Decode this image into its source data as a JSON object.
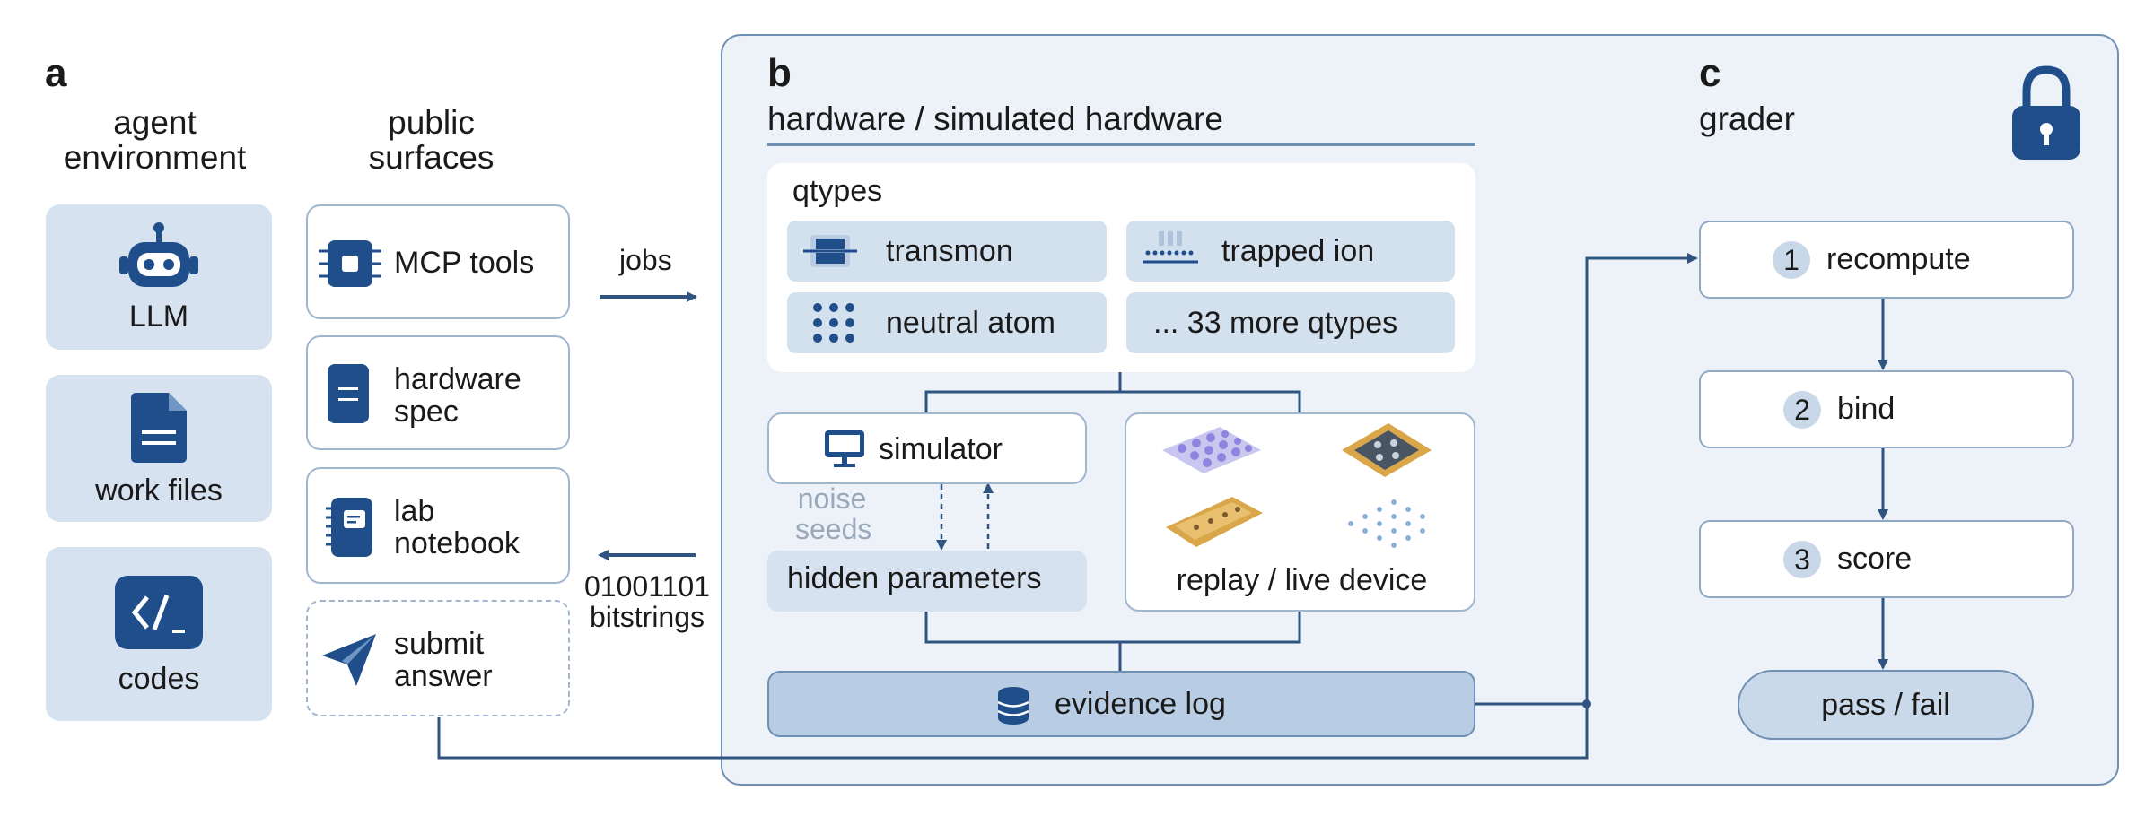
{
  "panel_a": {
    "letter": "a",
    "col1_title_line1": "agent",
    "col1_title_line2": "environment",
    "col2_title_line1": "public",
    "col2_title_line2": "surfaces",
    "env_items": [
      "LLM",
      "work files",
      "codes"
    ],
    "surfaces": {
      "mcp_tools": "MCP tools",
      "hardware_spec_l1": "hardware",
      "hardware_spec_l2": "spec",
      "lab_notebook_l1": "lab",
      "lab_notebook_l2": "notebook",
      "submit_l1": "submit",
      "submit_l2": "answer"
    },
    "jobs_label": "jobs",
    "bits_label_l1": "01001101",
    "bits_label_l2": "bitstrings"
  },
  "panel_b": {
    "letter": "b",
    "title": "hardware / simulated hardware",
    "qtypes_title": "qtypes",
    "qtypes": [
      "transmon",
      "trapped ion",
      "neutral atom",
      "... 33 more qtypes"
    ],
    "simulator": "simulator",
    "noise_l1": "noise",
    "noise_l2": "seeds",
    "hidden_parameters": "hidden parameters",
    "replay_live": "replay / live device",
    "evidence_log": "evidence log"
  },
  "panel_c": {
    "letter": "c",
    "title": "grader",
    "steps": [
      {
        "n": "1",
        "label": "recompute"
      },
      {
        "n": "2",
        "label": "bind"
      },
      {
        "n": "3",
        "label": "score"
      }
    ],
    "result": "pass / fail"
  },
  "colors": {
    "accent_dark": "#1f4e8a",
    "panel_bg": "#edf2f8",
    "light_box": "#d6e2ef",
    "border": "#9fb6cf",
    "line": "#2f5480"
  },
  "icons": [
    "robot-icon",
    "document-icon",
    "code-icon",
    "chip-icon",
    "spec-icon",
    "notebook-icon",
    "paper-plane-icon",
    "padlock-icon",
    "monitor-icon",
    "database-icon",
    "transmon-icon",
    "trapped-ion-icon",
    "neutral-atom-icon"
  ]
}
